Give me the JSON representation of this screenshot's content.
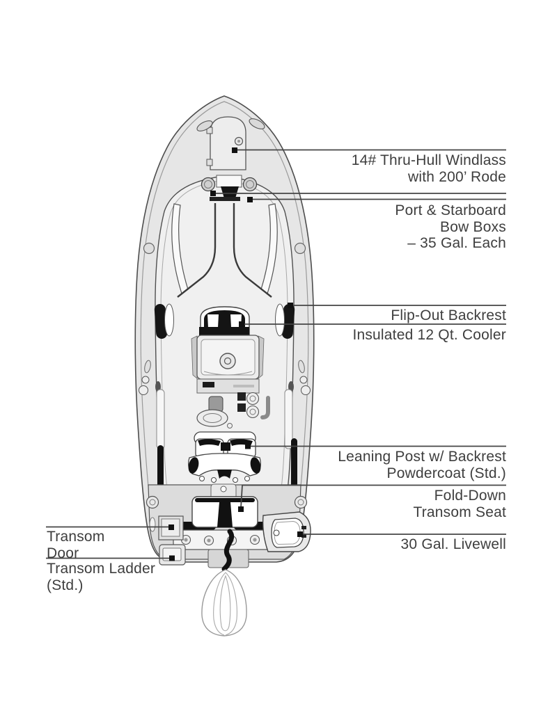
{
  "diagram": {
    "subject": "center-console boat deck plan, top view",
    "background": "#ffffff"
  },
  "colors": {
    "text": "#3e3e3e",
    "leader_line": "#454545",
    "marker": "#111111",
    "hull_outline": "#4d4d4d",
    "hull_fill": "#e6e6e6",
    "deck_fill": "#f0f0f0",
    "stern_deck_fill": "#dcdcdc",
    "accent_black": "#141414"
  },
  "callouts": {
    "windlass": {
      "side": "right",
      "lines": [
        "14# Thru-Hull Windlass",
        "with 200’ Rode"
      ]
    },
    "bow_boxes": {
      "side": "right",
      "lines": [
        "Port & Starboard",
        "Bow Boxs",
        "– 35 Gal. Each"
      ]
    },
    "flip_out_backrest": {
      "side": "right",
      "lines": [
        "Flip-Out Backrest"
      ]
    },
    "cooler": {
      "side": "right",
      "lines": [
        "Insulated 12 Qt. Cooler"
      ]
    },
    "leaning_post": {
      "side": "right",
      "lines": [
        "Leaning Post w/ Backrest",
        "Powdercoat (Std.)"
      ]
    },
    "transom_seat": {
      "side": "right",
      "lines": [
        "Fold-Down",
        "Transom Seat"
      ]
    },
    "livewell": {
      "side": "right",
      "lines": [
        "30 Gal. Livewell"
      ]
    },
    "transom_door": {
      "side": "left",
      "lines": [
        "Transom",
        "Door"
      ]
    },
    "transom_ladder": {
      "side": "left",
      "lines": [
        "Transom Ladder",
        "(Std.)"
      ]
    }
  }
}
